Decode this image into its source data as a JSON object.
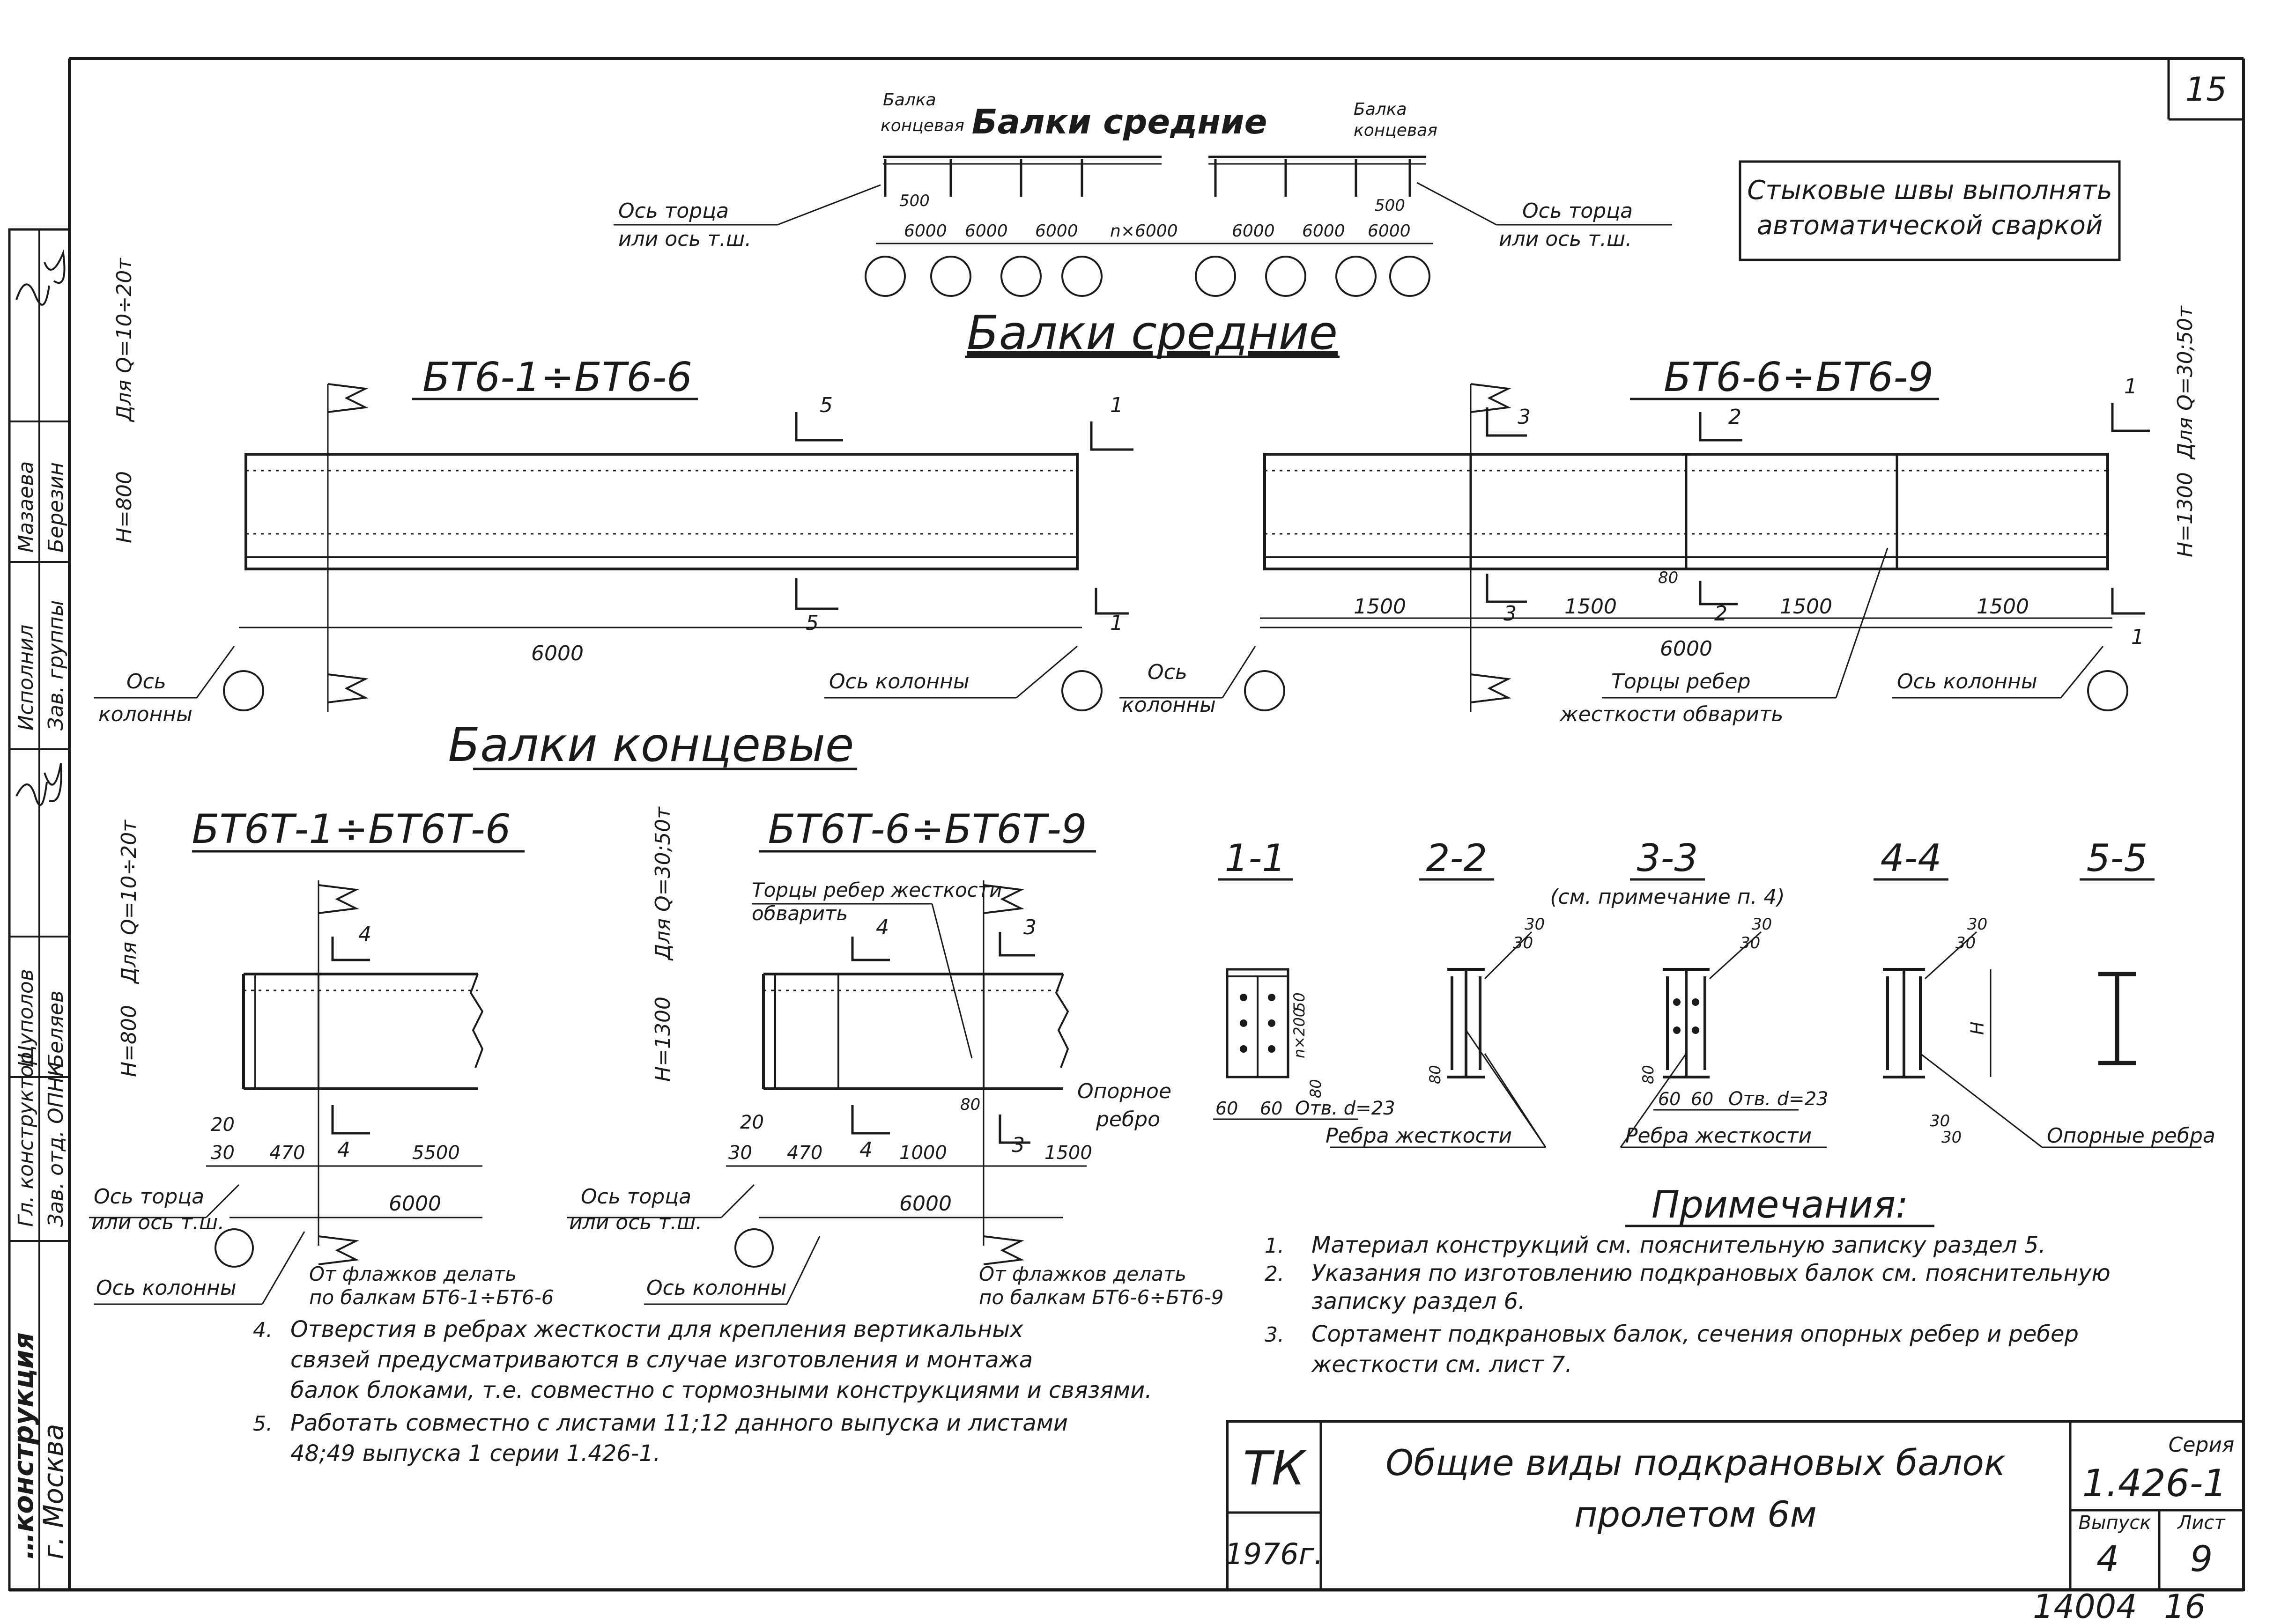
{
  "sheet": {
    "page_number": "15",
    "bottom_numbers": [
      "14004",
      "16"
    ],
    "note_box": [
      "Стыковые швы выполнять",
      "автоматической сваркой"
    ]
  },
  "top_schema": {
    "title": "Балки средние",
    "end_beam_label": [
      "Балка",
      "концевая"
    ],
    "axis_label": [
      "Ось торца",
      "или ось т.ш."
    ],
    "dims_left": [
      "500",
      "6000",
      "6000",
      "6000"
    ],
    "dims_middle": "n×6000",
    "dims_right": [
      "6000",
      "6000",
      "6000",
      "500"
    ]
  },
  "middle_beams": {
    "heading": "Балки средние",
    "left": {
      "mark": "БТ6-1÷БТ6-6",
      "side_label": "Для Q=10÷20т",
      "height": "Н=800",
      "length": "6000",
      "column_axis": [
        "Ось",
        "колонны"
      ],
      "column_axis_right": "Ось колонны",
      "sections": [
        "5",
        "1",
        "5",
        "1"
      ]
    },
    "right": {
      "mark": "БТ6-6÷БТ6-9",
      "side_label": "Для Q=30;50т",
      "height": "Н=1300",
      "panels": [
        "1500",
        "1500",
        "1500",
        "1500"
      ],
      "length": "6000",
      "dim_80": "80",
      "column_axis": [
        "Ось",
        "колонны"
      ],
      "column_axis_right": "Ось колонны",
      "stiffener_note": [
        "Торцы ребер",
        "жесткости обварить"
      ],
      "sections": [
        "3",
        "2",
        "1",
        "3",
        "2",
        "1"
      ]
    }
  },
  "end_beams": {
    "heading": "Балки концевые",
    "left": {
      "mark": "БТ6Т-1÷БТ6Т-6",
      "side_label": "Для Q=10÷20т",
      "height": "Н=800",
      "dims": [
        "20",
        "30",
        "470",
        "5500"
      ],
      "length": "6000",
      "section": "4",
      "axis_label": [
        "Ось торца",
        "или ось т.ш."
      ],
      "column_axis": "Ось колонны",
      "flag_note": [
        "От флажков делать",
        "по балкам БТ6-1÷БТ6-6"
      ]
    },
    "right": {
      "mark": "БТ6Т-6÷БТ6Т-9",
      "side_label": "Для Q=30;50т",
      "height": "Н=1300",
      "dims": [
        "20",
        "30",
        "470",
        "1000",
        "1500"
      ],
      "length": "6000",
      "dim_80": "80",
      "sections": [
        "4",
        "3",
        "4",
        "3"
      ],
      "stiffener_note": [
        "Торцы ребер жесткости",
        "обварить"
      ],
      "support_rib": [
        "Опорное",
        "ребро"
      ],
      "axis_label": [
        "Ось торца",
        "или ось т.ш."
      ],
      "column_axis": "Ось колонны",
      "flag_note": [
        "От флажков делать",
        "по балкам БТ6-6÷БТ6-9"
      ]
    }
  },
  "sections": {
    "titles": [
      "1-1",
      "2-2",
      "3-3",
      "4-4",
      "5-5"
    ],
    "note_3_3": "(см. примечание п. 4)",
    "weld": [
      "30",
      "30"
    ],
    "dim_80": "80",
    "s1_dims": [
      "60",
      "60",
      "Отв. d=23",
      "50",
      "n×200",
      "80"
    ],
    "s3_dims": [
      "60",
      "60",
      "Отв. d=23"
    ],
    "s4_h": "H",
    "stiffener_label": "Ребра жесткости",
    "support_label": "Опорные ребра"
  },
  "notes": {
    "title": "Примечания:",
    "items": [
      {
        "num": "1.",
        "lines": [
          "Материал конструкций см. пояснительную записку раздел 5."
        ]
      },
      {
        "num": "2.",
        "lines": [
          "Указания по изготовлению подкрановых балок см. пояснительную",
          "записку раздел 6."
        ]
      },
      {
        "num": "3.",
        "lines": [
          "Сортамент подкрановых балок, сечения опорных ребер и ребер",
          "жесткости см. лист 7."
        ]
      },
      {
        "num": "4.",
        "lines": [
          "Отверстия в ребрах жесткости для крепления вертикальных",
          "связей предусматриваются в случае изготовления и монтажа",
          "балок блоками, т.е. совместно с тормозными конструкциями и связями."
        ]
      },
      {
        "num": "5.",
        "lines": [
          "Работать совместно с листами 11;12 данного выпуска и листами",
          "48;49 выпуска 1 серии 1.426-1."
        ]
      }
    ]
  },
  "title_block": {
    "org": "ТК",
    "year": "1976г.",
    "title": [
      "Общие виды подкрановых балок",
      "пролетом 6м"
    ],
    "series_label": "Серия",
    "series": "1.426-1",
    "issue_label": "Выпуск",
    "issue": "4",
    "sheet_label": "Лист",
    "sheet": "9"
  },
  "left_strip": {
    "roles": [
      "Гл. конструктор",
      "Зав. отд. ОПНК",
      "Исполнил",
      "Зав. группы"
    ],
    "names": [
      "Щуполов",
      "Беляев",
      "Мазаева",
      "Березин"
    ],
    "org_city": "г. Москва",
    "org_name": "…конструкция"
  }
}
